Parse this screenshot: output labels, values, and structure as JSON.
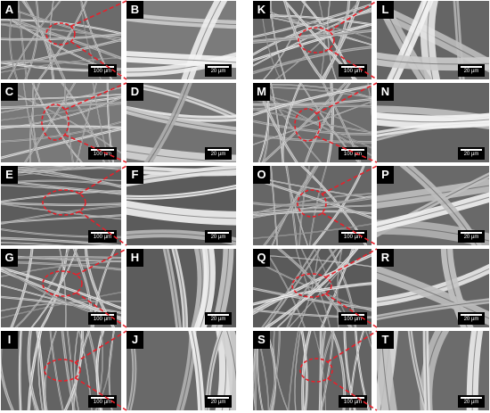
{
  "panels": [
    {
      "label": "A",
      "scale": "100 µm"
    },
    {
      "label": "B",
      "scale": "20 µm"
    },
    {
      "label": "C",
      "scale": "100 µm"
    },
    {
      "label": "D",
      "scale": "20 µm"
    },
    {
      "label": "E",
      "scale": "100 µm"
    },
    {
      "label": "F",
      "scale": "20 µm"
    },
    {
      "label": "G",
      "scale": "100 µm"
    },
    {
      "label": "H",
      "scale": "20 µm"
    },
    {
      "label": "I",
      "scale": "100 µm"
    },
    {
      "label": "J",
      "scale": "20 µm"
    },
    {
      "label": "K",
      "scale": "100 µm"
    },
    {
      "label": "L",
      "scale": "20 µm"
    },
    {
      "label": "M",
      "scale": "100 µm"
    },
    {
      "label": "N",
      "scale": "20 µm"
    },
    {
      "label": "O",
      "scale": "100 µm"
    },
    {
      "label": "P",
      "scale": "20 µm"
    },
    {
      "label": "Q",
      "scale": "100 µm"
    },
    {
      "label": "R",
      "scale": "20 µm"
    },
    {
      "label": "S",
      "scale": "100 µm"
    },
    {
      "label": "T",
      "scale": "20 µm"
    }
  ],
  "colors": {
    "highlight": "#e8202a",
    "label_bg": "#000000",
    "label_text": "#ffffff"
  }
}
